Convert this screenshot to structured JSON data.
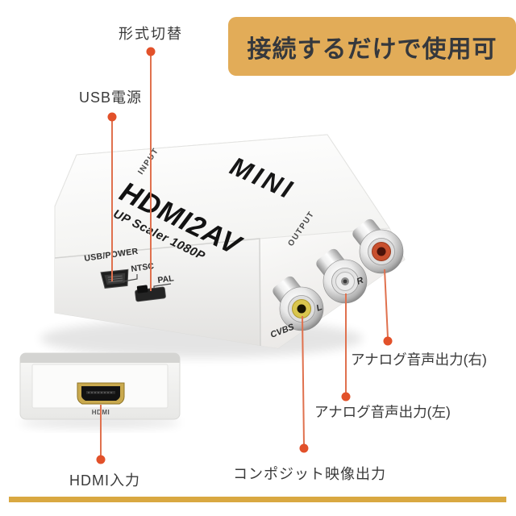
{
  "banner": {
    "text": "接続するだけで使用可",
    "bg": "#E2AC58",
    "text_color": "#35383D"
  },
  "callouts": {
    "format_switch": "形式切替",
    "usb_power": "USB電源",
    "audio_right": "アナログ音声出力(右)",
    "audio_left": "アナログ音声出力(左)",
    "composite_video": "コンポジット映像出力",
    "hdmi_input": "HDMI入力"
  },
  "device": {
    "brand": "MINI",
    "model": "HDMI2AV",
    "subtitle": "UP Scaler 1080P",
    "input": "INPUT",
    "output": "OUTPUT",
    "usb": "USB/POWER",
    "ntsc": "NTSC",
    "pal": "PAL",
    "cvbs": "CVBS",
    "audio_l": "L",
    "audio_r": "R",
    "hdmi": "HDMI"
  },
  "colors": {
    "accent_dot": "#E2512A",
    "accent_line": "#E0714E",
    "banner_bg": "#E2AC58",
    "bottom_bar": "#D9A841",
    "rca_yellow": "#D9C64E",
    "rca_white": "#ECECEC",
    "rca_red": "#C8502E"
  }
}
